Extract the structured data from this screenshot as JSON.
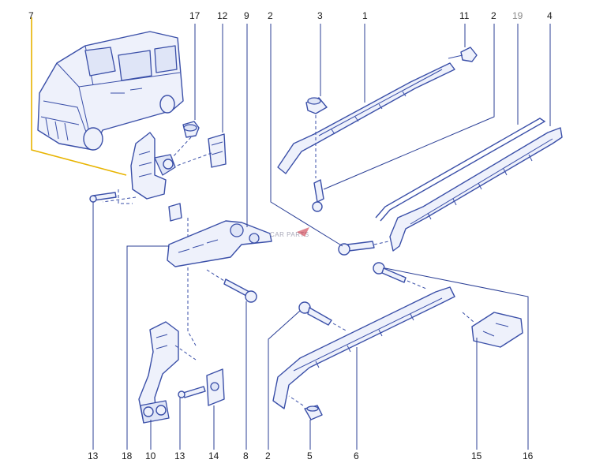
{
  "callouts": {
    "c7": "7",
    "c17": "17",
    "c12": "12",
    "c9": "9",
    "c2a": "2",
    "c3": "3",
    "c1": "1",
    "c11": "11",
    "c2b": "2",
    "c19": "19",
    "c4": "4",
    "c13a": "13",
    "c18": "18",
    "c10": "10",
    "c13b": "13",
    "c14": "14",
    "c8": "8",
    "c2c": "2",
    "c5": "5",
    "c6": "6",
    "c15": "15",
    "c16": "16"
  },
  "watermark": "CAR PARTS",
  "colors": {
    "line": "#3a4fa8",
    "highlight": "#e8b400",
    "label": "#1a1a1a",
    "muted_label": "#8a8a8a"
  }
}
